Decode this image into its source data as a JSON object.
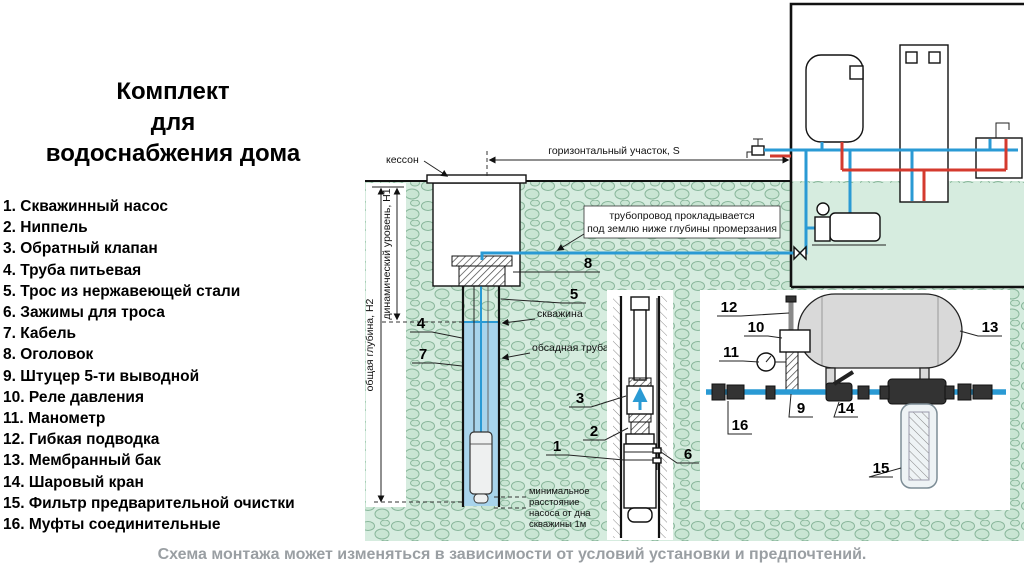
{
  "title": {
    "l1": "Комплект",
    "l2": "для",
    "l3": "водоснабжения дома"
  },
  "legend": [
    {
      "num": "1.",
      "label": "Скважинный насос"
    },
    {
      "num": "2.",
      "label": "Ниппель"
    },
    {
      "num": "3.",
      "label": "Обратный клапан"
    },
    {
      "num": "4.",
      "label": "Труба питьевая"
    },
    {
      "num": "5.",
      "label": "Трос из нержавеющей стали"
    },
    {
      "num": "6.",
      "label": "Зажимы для троса"
    },
    {
      "num": "7.",
      "label": "Кабель"
    },
    {
      "num": "8.",
      "label": "Оголовок"
    },
    {
      "num": "9.",
      "label": "Штуцер 5-ти выводной"
    },
    {
      "num": "10.",
      "label": "Реле давления"
    },
    {
      "num": "11.",
      "label": "Манометр"
    },
    {
      "num": "12.",
      "label": "Гибкая подводка"
    },
    {
      "num": "13.",
      "label": "Мембранный бак"
    },
    {
      "num": "14.",
      "label": "Шаровый кран"
    },
    {
      "num": "15.",
      "label": "Фильтр предварительной очистки"
    },
    {
      "num": "16.",
      "label": "Муфты соединительные"
    }
  ],
  "diagram": {
    "labels": {
      "kesson": "кессон",
      "gorizontalny": "горизонтальный участок, S",
      "pipeline1": "трубопровод прокладывается",
      "pipeline2": "под землю ниже глубины промерзания",
      "skvazhina": "скважина",
      "obsadnaya": "обсадная труба",
      "h2": "общая глубина, Н2",
      "h1": "динамический уровень, Н1",
      "min1": "минимальное",
      "min2": "расстояние",
      "min3": "насоса от дна",
      "min4": "скважины 1м"
    },
    "callouts": [
      "1",
      "2",
      "3",
      "4",
      "5",
      "6",
      "7",
      "8",
      "9",
      "10",
      "11",
      "12",
      "13",
      "14",
      "15",
      "16"
    ]
  },
  "footer": {
    "text": "Схема монтажа может изменяться в зависимости от условий установки и предпочтений."
  },
  "colors": {
    "ground-green": "#d6ecdf",
    "stone-fill": "#c9e5d3",
    "stone-line": "#88b69a",
    "pipe-blue": "#2a9ad4",
    "pipe-red": "#d43a2e",
    "water-blue": "#a8d4ec",
    "metal-gray": "#d9d9d9",
    "fitting-dark": "#333333",
    "footer-gray": "#9a9fa3"
  }
}
